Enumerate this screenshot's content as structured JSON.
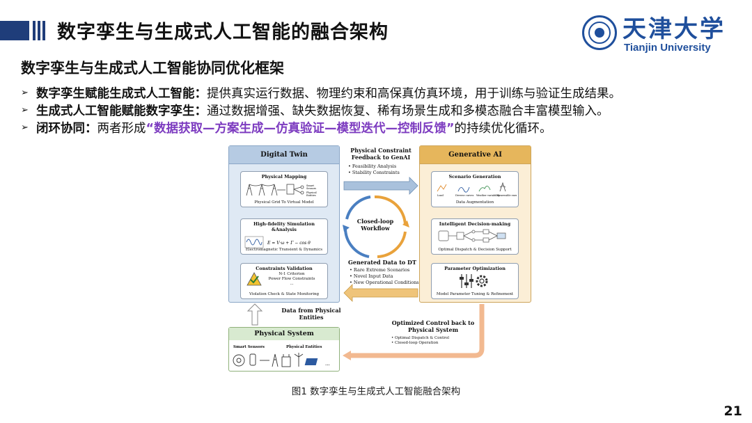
{
  "slide_title": "数字孪生与生成式人工智能的融合架构",
  "university": {
    "name_cn": "天津大学",
    "name_en": "Tianjin University"
  },
  "subtitle": "数字孪生与生成式人工智能协同优化框架",
  "bullets": [
    {
      "key": "数字孪生赋能生成式人工智能：",
      "text": "提供真实运行数据、物理约束和高保真仿真环境，用于训练与验证生成结果。"
    },
    {
      "key": "生成式人工智能赋能数字孪生：",
      "text": "通过数据增强、缺失数据恢复、稀有场景生成和多模态融合丰富模型输入。"
    },
    {
      "key": "闭环协同：",
      "text_before": "两者形成",
      "highlight": "“数据获取—方案生成—仿真验证—模型迭代—控制反馈”",
      "text_after": "的持续优化循环。"
    }
  ],
  "diagram": {
    "digital_twin": {
      "title": "Digital Twin",
      "physical_mapping": {
        "title": "Physical Mapping",
        "labels": [
          "Smart Sensors",
          "Physical Entities"
        ],
        "footer": "Physical Grid To Virtual Model"
      },
      "simulation": {
        "title": "High-fidelity Simulation &Analysis",
        "footer": "Electromagnetic Transient & Dynamics"
      },
      "constraints": {
        "title": "Constraints Validation",
        "items": [
          "N-1 Criterion",
          "Power Flow Constraints",
          "..."
        ],
        "footer": "Violation Check & State Monitoring"
      }
    },
    "feedback_to_genai": {
      "title": "Physical Constraint Feedback to GenAI",
      "items": [
        "Feasibility Analysis",
        "Stability Constraints"
      ]
    },
    "closed_loop": "Closed-loop Workflow",
    "generated_data": {
      "title": "Generated Data to DT",
      "items": [
        "Rare Extreme Scenarios",
        "Novel Input Data",
        "New Operational Conditions"
      ]
    },
    "generative_ai": {
      "title": "Generative AI",
      "scenario": {
        "title": "Scenario Generation",
        "labels": [
          "Load",
          "Diverse curves",
          "Weather variability",
          "Renewable energy"
        ],
        "footer": "Data Augmentation"
      },
      "decision": {
        "title": "Intelligent Decision-making",
        "footer": "Optimal Dispatch & Decision Support"
      },
      "parameter": {
        "title": "Parameter Optimization",
        "footer": "Model Parameter Tuning & Refinement"
      }
    },
    "data_from_physical": "Data from Physical Entities",
    "optimized_control": {
      "title": "Optimized Control back to Physical System",
      "items": [
        "Optimal Dispatch & Control",
        "Closed-loop Operation"
      ]
    },
    "physical_system": {
      "title": "Physical System",
      "sensors_label": "Smart Sensors",
      "entities_label": "Physical Entities",
      "ellipsis": "..."
    }
  },
  "caption": "图1 数字孪生与生成式人工智能融合架构",
  "page_number": "21",
  "colors": {
    "accent_blue": "#1f3d7a",
    "university_blue": "#1f4f9c",
    "highlight_purple": "#7d3cc0",
    "dt_fill": "#dfe9f4",
    "ga_fill": "#fbeed6"
  }
}
